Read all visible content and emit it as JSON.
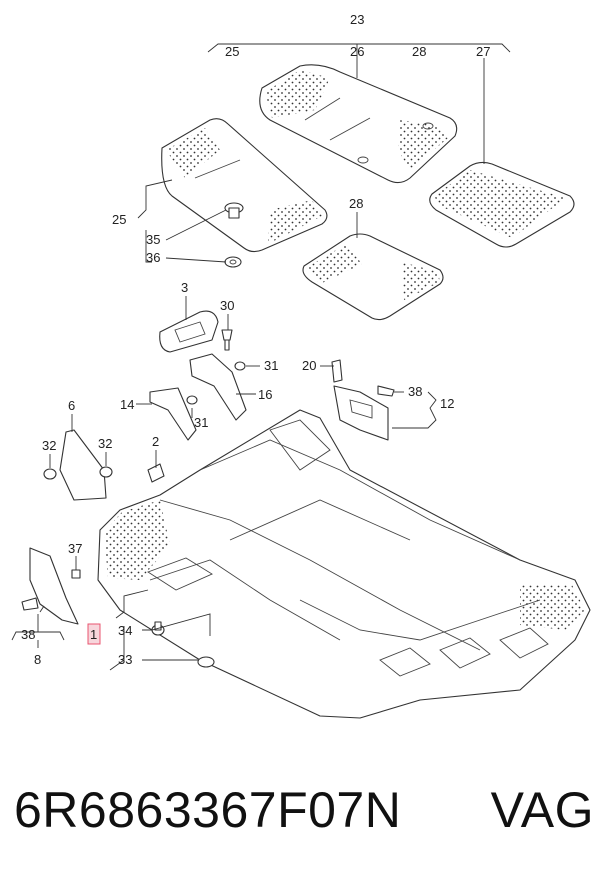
{
  "diagram": {
    "callouts": {
      "c1": "1",
      "c2": "2",
      "c3": "3",
      "c6": "6",
      "c8": "8",
      "c12": "12",
      "c14": "14",
      "c16": "16",
      "c20": "20",
      "c23": "23",
      "c25a": "25",
      "c25b": "25",
      "c26": "26",
      "c27": "27",
      "c28a": "28",
      "c28b": "28",
      "c30": "30",
      "c31a": "31",
      "c31b": "31",
      "c32a": "32",
      "c32b": "32",
      "c33": "33",
      "c34": "34",
      "c35": "35",
      "c36": "36",
      "c37": "37",
      "c38a": "38",
      "c38b": "38"
    },
    "highlight_color": "#e8546f"
  },
  "caption": {
    "part_number": "6R6863367F07N",
    "brand": "VAG"
  }
}
